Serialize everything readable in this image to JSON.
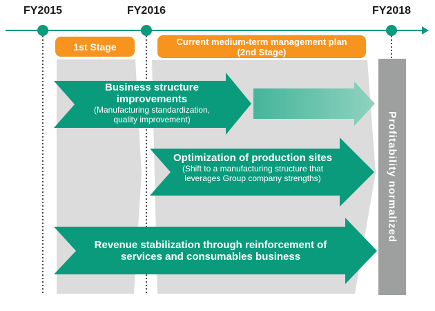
{
  "timeline": {
    "labels": [
      {
        "text": "FY2015"
      },
      {
        "text": "FY2016"
      },
      {
        "text": "FY2018"
      }
    ]
  },
  "stages": {
    "first": {
      "label": "1st Stage"
    },
    "second": {
      "line1": "Current medium-term management plan",
      "line2": "(2nd Stage)"
    }
  },
  "arrows": {
    "business": {
      "title_line1": "Business structure",
      "title_line2": "improvements",
      "sub_line1": "(Manufacturing standardization,",
      "sub_line2": "quality improvement)"
    },
    "optimization": {
      "title": "Optimization of production sites",
      "sub_line1": "(Shift to a manufacturing structure that",
      "sub_line2": "leverages Group company strengths)"
    },
    "revenue": {
      "title_line1": "Revenue stabilization through reinforcement of",
      "title_line2": "services and consumables business"
    }
  },
  "bar": {
    "label": "Profitability normalized"
  },
  "colors": {
    "teal": "#0a9b7c",
    "teal-light1": "#45b59b",
    "teal-light2": "#8fd2bf",
    "orange": "#f7941e",
    "band": "#dcdcdc",
    "bar": "#9e9f9f",
    "ink": "#1a1a1a",
    "dot": "#4a4a4a"
  }
}
